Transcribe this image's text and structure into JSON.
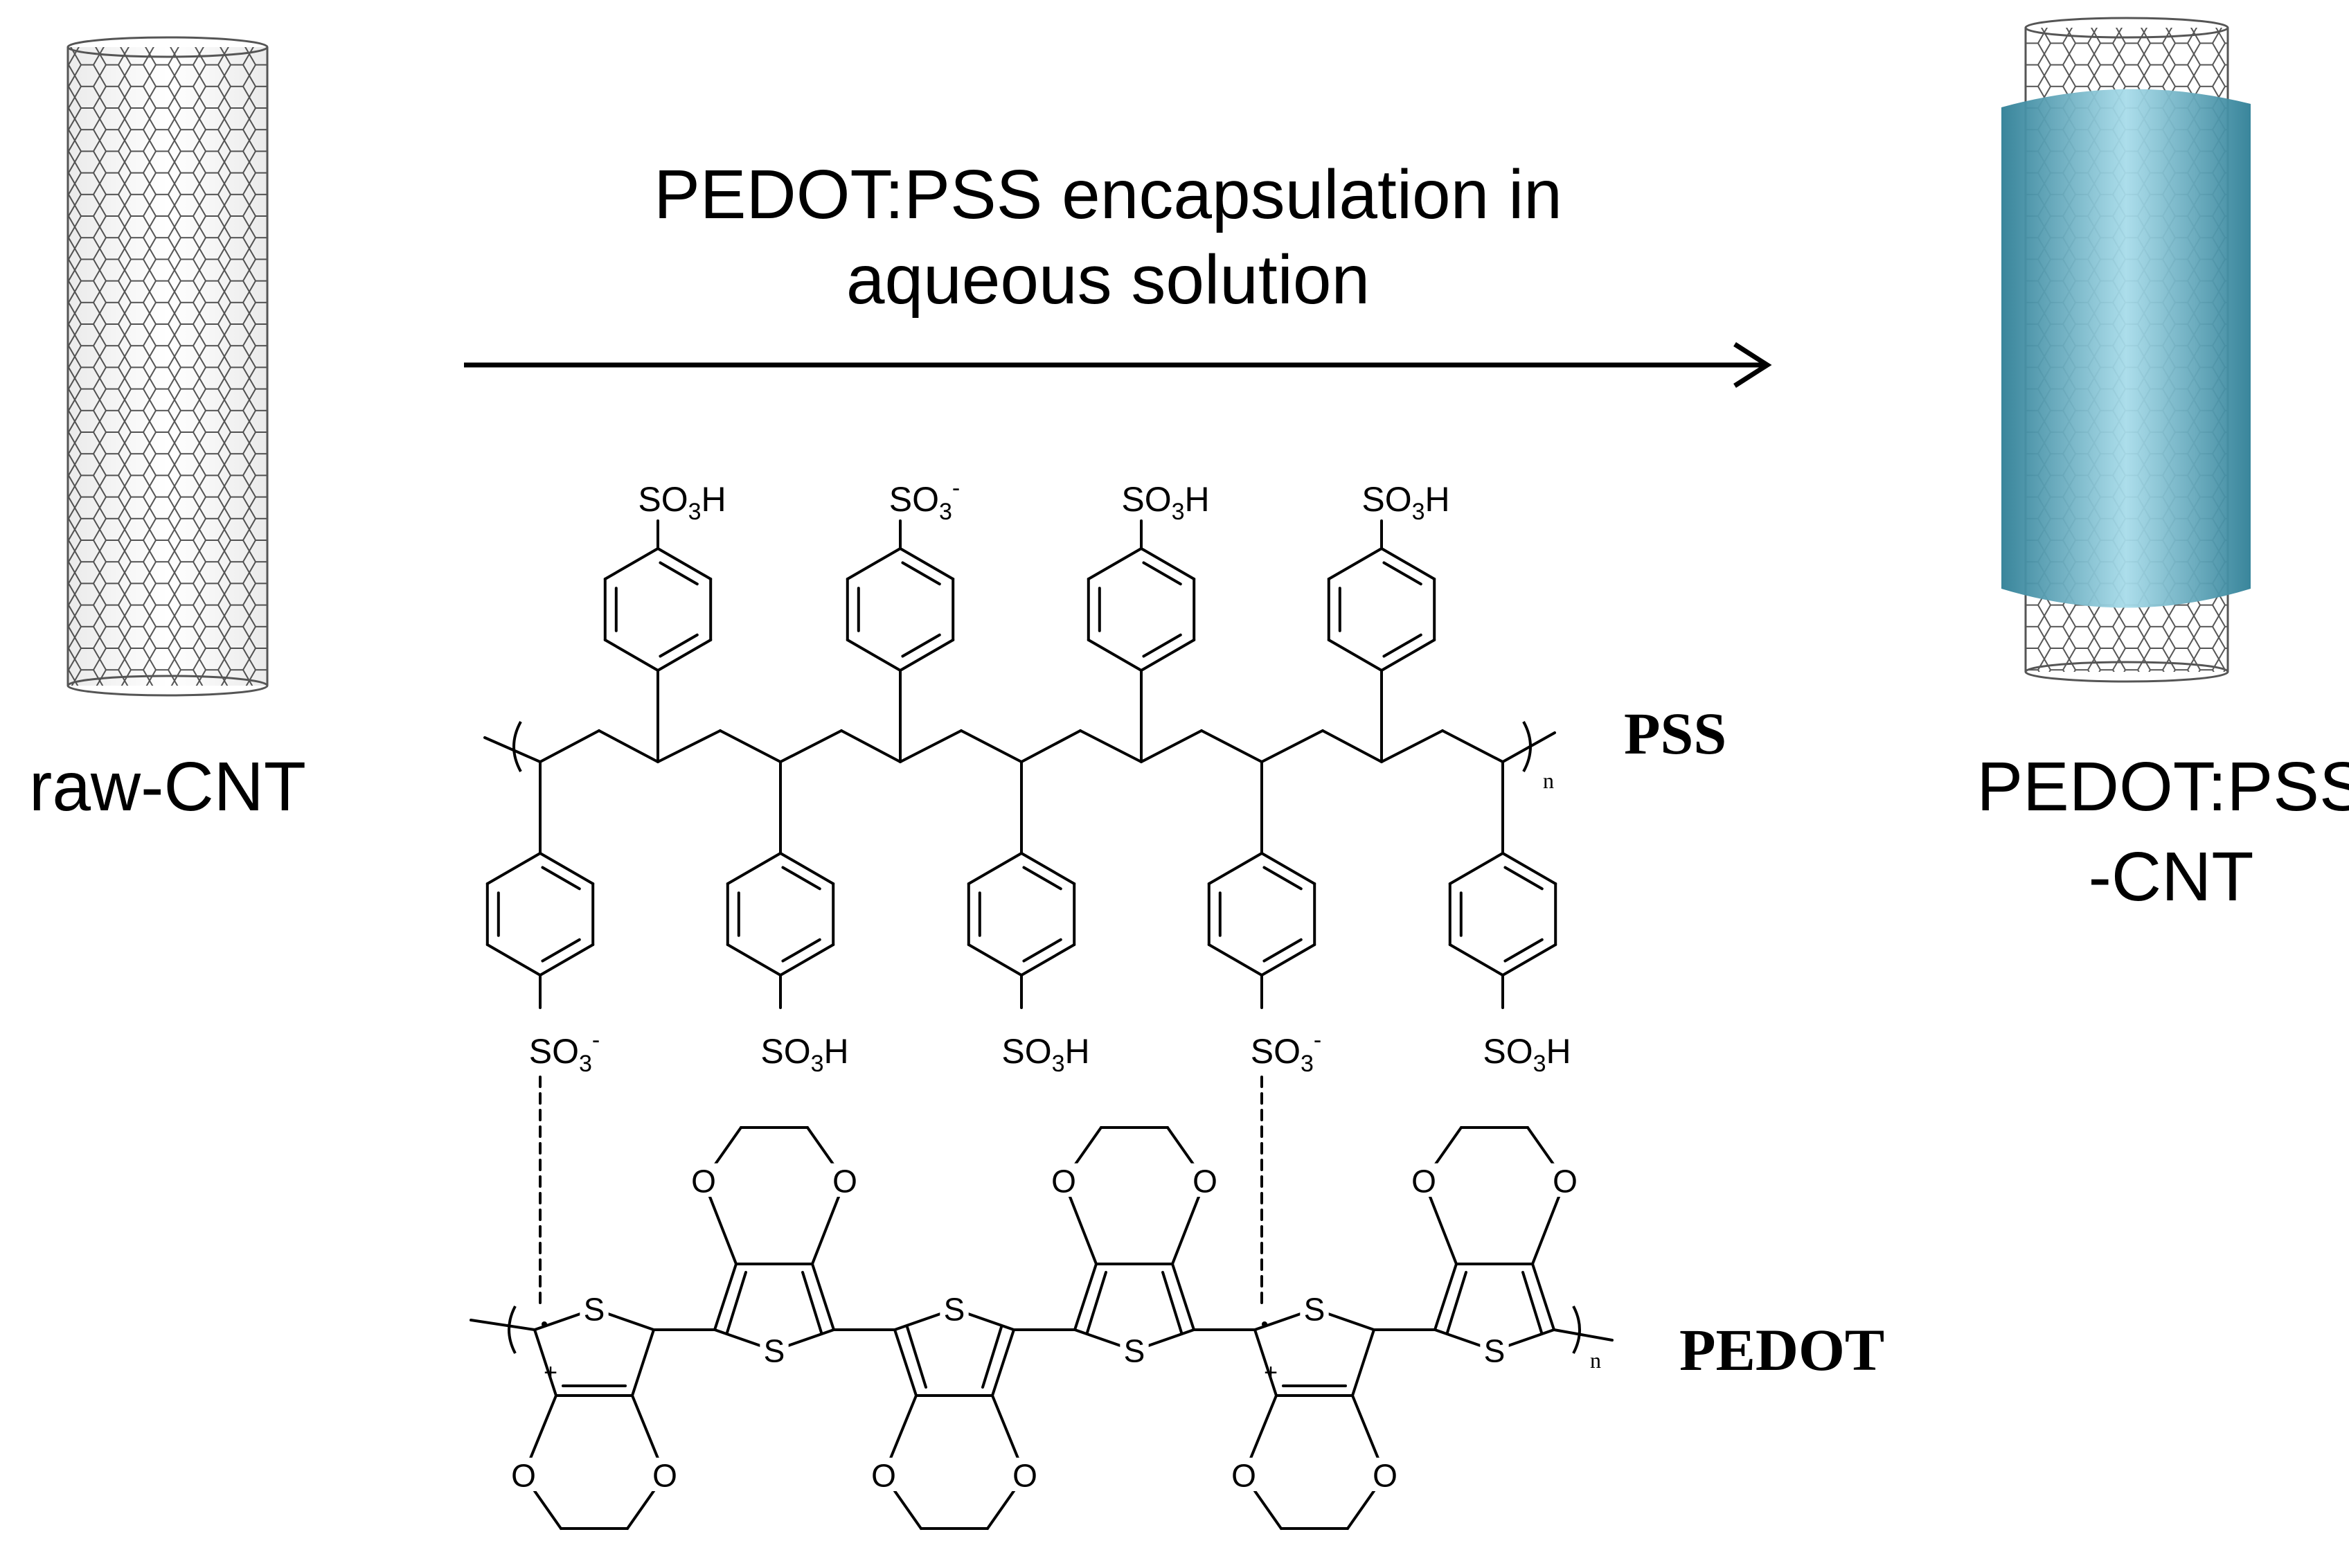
{
  "colors": {
    "line": "#000000",
    "coating_dark": "#2f7f96",
    "coating_light": "#9fd8e8",
    "tube_line": "#555555",
    "background": "#ffffff"
  },
  "labels": {
    "process_line1": "PEDOT:PSS encapsulation in",
    "process_line2": "aqueous solution",
    "raw": "raw-CNT",
    "product_line1": "PEDOT:PSS",
    "product_line2": "-CNT",
    "pss": "PSS",
    "pedot": "PEDOT",
    "n": "n"
  },
  "pss_upper_substituents": [
    "SO3H",
    "SO3-",
    "SO3H",
    "SO3H"
  ],
  "pss_lower_substituents": [
    "SO3-",
    "SO3H",
    "SO3H",
    "SO3-",
    "SO3H"
  ],
  "atoms": {
    "sulfur": "S",
    "oxygen": "O",
    "plus": "+"
  },
  "icons": [
    "carbon-nanotube-icon",
    "coated-nanotube-icon",
    "reaction-arrow-icon"
  ]
}
